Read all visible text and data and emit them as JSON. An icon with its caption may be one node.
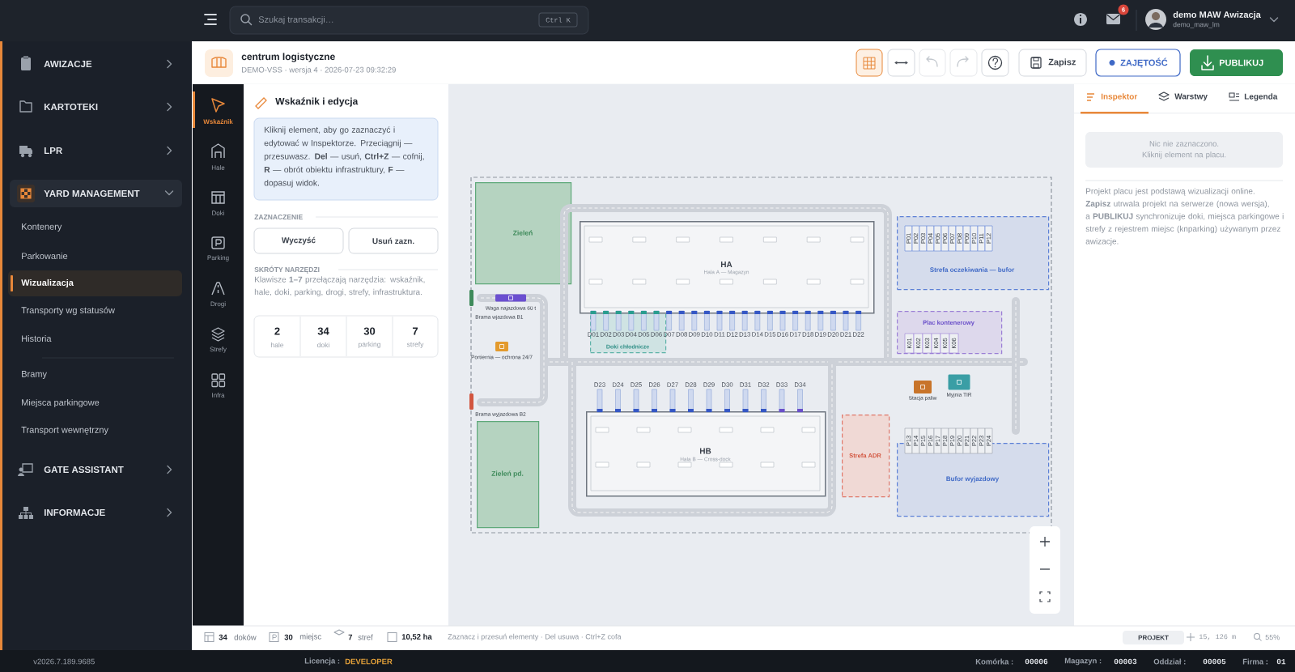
{
  "diagram": {
    "nodes": [
      {
        "text": [
          "Zieleń"
        ]
      },
      {
        "text": [
          "HA",
          "Hala A — Magazyn"
        ]
      },
      {
        "text": [
          "Strefa oczekiwania — bufor"
        ]
      },
      {
        "text": [
          "P01"
        ],
        "in": 2
      },
      {
        "text": [
          "P02"
        ],
        "in": 2
      },
      {
        "text": [
          "P03"
        ],
        "in": 2
      },
      {
        "text": [
          "P04"
        ],
        "in": 2
      },
      {
        "text": [
          "P05"
        ],
        "in": 2
      },
      {
        "text": [
          "P06"
        ],
        "in": 2
      },
      {
        "text": [
          "P07"
        ],
        "in": 2
      },
      {
        "text": [
          "P08"
        ],
        "in": 2
      },
      {
        "text": [
          "P09"
        ],
        "in": 2
      },
      {
        "text": [
          "P10"
        ],
        "in": 2
      },
      {
        "text": [
          "P11"
        ],
        "in": 2
      },
      {
        "text": [
          "P12"
        ],
        "in": 2
      },
      {
        "text": [
          "Brama wjazdowa B1"
        ]
      },
      {
        "text": [
          "Waga najazdowa 60 t"
        ]
      },
      {
        "text": [
          "Doki chłodnicze"
        ]
      },
      {
        "text": [
          "D01"
        ],
        "in": 17
      },
      {
        "text": [
          "D02"
        ],
        "in": 17
      },
      {
        "text": [
          "D03"
        ],
        "in": 17
      },
      {
        "text": [
          "D04"
        ],
        "in": 17
      },
      {
        "text": [
          "D05"
        ],
        "in": 17
      },
      {
        "text": [
          "D06"
        ],
        "in": 17
      },
      {
        "text": [
          "D07"
        ]
      },
      {
        "text": [
          "D08"
        ]
      },
      {
        "text": [
          "D09"
        ]
      },
      {
        "text": [
          "D10"
        ]
      },
      {
        "text": [
          "D11"
        ]
      },
      {
        "text": [
          "D12"
        ]
      },
      {
        "text": [
          "D13"
        ]
      },
      {
        "text": [
          "D14"
        ]
      },
      {
        "text": [
          "D15"
        ]
      },
      {
        "text": [
          "D16"
        ]
      },
      {
        "text": [
          "D17"
        ]
      },
      {
        "text": [
          "D18"
        ]
      },
      {
        "text": [
          "D19"
        ]
      },
      {
        "text": [
          "D20"
        ]
      },
      {
        "text": [
          "D21"
        ]
      },
      {
        "text": [
          "D22"
        ]
      },
      {
        "text": [
          "Plac kontenerowy"
        ]
      },
      {
        "text": [
          "K01"
        ],
        "in": 40
      },
      {
        "text": [
          "K02"
        ],
        "in": 40
      },
      {
        "text": [
          "K03"
        ],
        "in": 40
      },
      {
        "text": [
          "K04"
        ],
        "in": 40
      },
      {
        "text": [
          "K05"
        ],
        "in": 40
      },
      {
        "text": [
          "K06"
        ],
        "in": 40
      },
      {
        "text": [
          "Portiernia — ochrona 24/7"
        ]
      },
      {
        "text": [
          "D23"
        ]
      },
      {
        "text": [
          "D24"
        ]
      },
      {
        "text": [
          "D25"
        ]
      },
      {
        "text": [
          "D26"
        ]
      },
      {
        "text": [
          "D27"
        ]
      },
      {
        "text": [
          "D28"
        ]
      },
      {
        "text": [
          "D29"
        ]
      },
      {
        "text": [
          "D30"
        ]
      },
      {
        "text": [
          "D31"
        ]
      },
      {
        "text": [
          "D32"
        ]
      },
      {
        "text": [
          "D33"
        ]
      },
      {
        "text": [
          "D34"
        ]
      },
      {
        "text": [
          "Stacja paliw"
        ]
      },
      {
        "text": [
          "Myjnia TIR"
        ]
      },
      {
        "text": [
          "Brama wyjazdowa B2"
        ]
      },
      {
        "text": [
          "P13"
        ]
      },
      {
        "text": [
          "P14"
        ]
      },
      {
        "text": [
          "P15"
        ]
      },
      {
        "text": [
          "P16"
        ]
      },
      {
        "text": [
          "P17"
        ]
      },
      {
        "text": [
          "P18"
        ]
      },
      {
        "text": [
          "P19"
        ]
      },
      {
        "text": [
          "P20"
        ]
      },
      {
        "text": [
          "P21"
        ]
      },
      {
        "text": [
          "P22"
        ]
      },
      {
        "text": [
          "P23"
        ]
      },
      {
        "text": [
          "P24"
        ]
      },
      {
        "text": [
          "HB",
          "Hala B — Cross-dock"
        ]
      },
      {
        "text": [
          "Strefa ADR"
        ]
      },
      {
        "text": [
          "Zieleń pd."
        ]
      },
      {
        "text": [
          "Bufor wyjazdowy"
        ]
      }
    ],
    "labels": [
      "Szukaj transakcji…",
      "Ctrl K",
      "6",
      "demo MAW Awizacja",
      "demo_maw_lm",
      "AWIZACJE",
      "KARTOTEKI",
      "LPR",
      "YARD MANAGEMENT",
      "Kontenery",
      "Parkowanie",
      "Wizualizacja",
      "Transporty wg statusów",
      "Historia",
      "Bramy",
      "Miejsca parkingowe",
      "Transport wewnętrzny",
      "GATE ASSISTANT",
      "INFORMACJE",
      "centrum logistyczne",
      "DEMO-VSS · wersja 4 · 2026-07-23 09:32:29",
      "Zapisz",
      "ZAJĘTOŚĆ",
      "PUBLIKUJ",
      "Wskaźnik",
      "Hale",
      "Doki",
      "Parking",
      "Drogi",
      "Strefy",
      "Infra",
      "Wskaźnik i edycja",
      "Kliknij element, aby go zaznaczyć i edytować w Inspektorze. Przeciągnij — przesuwasz. **Del** — usuń, **Ctrl+Z** — cofnij, **R** — obrót obiektu infrastruktury, **F** — dopasuj widok.",
      "ZAZNACZENIE",
      "Wyczyść",
      "Usuń zazn.",
      "SKRÓTY NARZĘDZI",
      "Klawisze **1–7** przełączają narzędzia: wskaźnik, hale, doki, parking, drogi, strefy, infrastruktura.",
      "2",
      "hale",
      "34",
      "doki",
      "30",
      "parking",
      "7",
      "strefy",
      "Inspektor",
      "Warstwy",
      "Legenda",
      "Nic nie zaznaczono. Kliknij element na placu.",
      "Projekt placu jest podstawą wizualizacji online. **Zapisz** utrwala projekt na serwerze (nowa wersja), a **PUBLIKUJ** synchronizuje doki, miejsca parkingowe i strefy z rejestrem miejsc (knparking) używanym przez awizacje.",
      "34",
      "doków",
      "30",
      "miejsc",
      "7",
      "stref",
      "10,52 ha",
      "Zaznacz i przesuń elementy · Del usuwa · Ctrl+Z cofa",
      "PROJEKT",
      "15, 126 m",
      "55%",
      "v2026.7.189.9685",
      "Licencja :",
      "DEVELOPER",
      "Komórka :",
      "00006",
      "Magazyn :",
      "00003",
      "Oddział :",
      "00005",
      "Firma :",
      "01"
    ]
  }
}
